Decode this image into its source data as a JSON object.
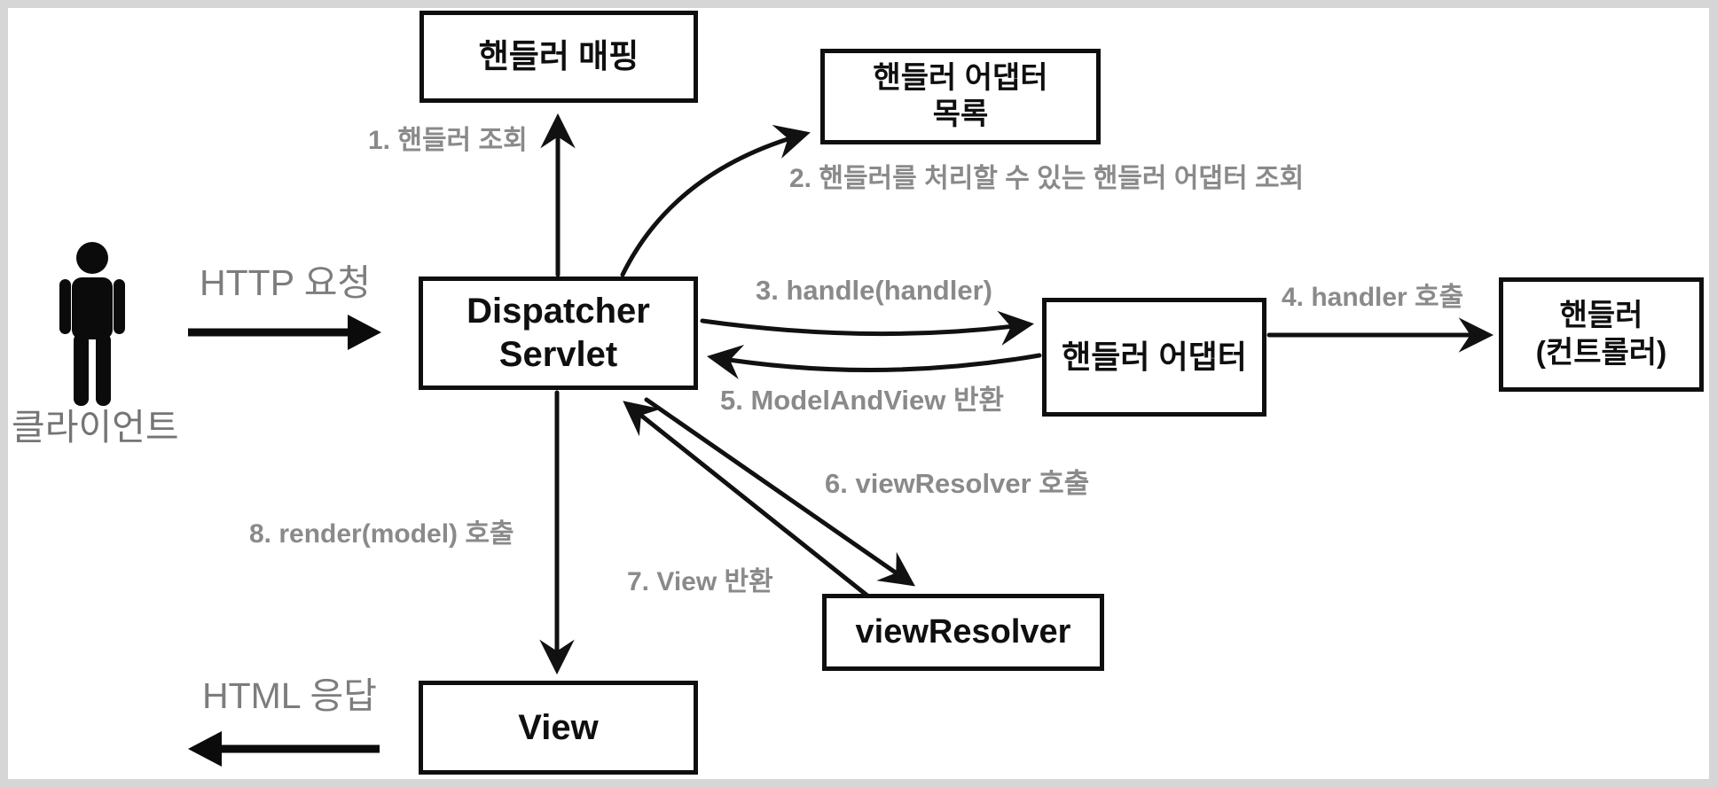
{
  "title": "Spring MVC DispatcherServlet structure diagram",
  "client": {
    "label": "클라이언트",
    "request": "HTTP 요청",
    "response": "HTML 응답"
  },
  "boxes": {
    "handler_mapping": {
      "line1": "핸들러 매핑"
    },
    "adapter_list": {
      "line1": "핸들러 어댑터",
      "line2": "목록"
    },
    "dispatcher_servlet": {
      "line1": "Dispatcher",
      "line2": "Servlet"
    },
    "handler_adapter": {
      "line1": "핸들러 어댑터"
    },
    "handler_controller": {
      "line1": "핸들러",
      "line2": "(컨트롤러)"
    },
    "view_resolver": {
      "line1": "viewResolver"
    },
    "view": {
      "line1": "View"
    }
  },
  "steps": {
    "s1": "1. 핸들러 조회",
    "s2": "2. 핸들러를 처리할 수 있는 핸들러 어댑터 조회",
    "s3": "3. handle(handler)",
    "s4": "4. handler 호출",
    "s5": "5. ModelAndView 반환",
    "s6": "6. viewResolver 호출",
    "s7": "7. View 반환",
    "s8": "8. render(model) 호출"
  },
  "colors": {
    "box_border": "#0f0f0f",
    "arrow": "#111111",
    "step_label_gray": "#8a8a8a",
    "io_label_gray": "#7d7d7d",
    "frame_gray": "#d6d6d6"
  }
}
